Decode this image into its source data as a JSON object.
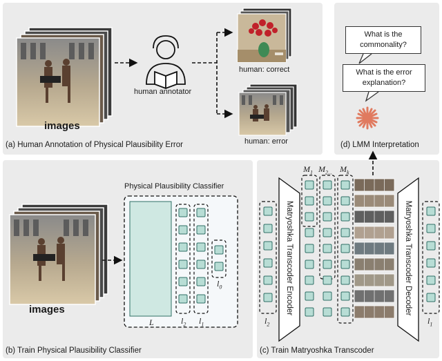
{
  "panel_a": {
    "caption": "(a) Human Annotation of Physical Plausibility Error",
    "images_label": "images",
    "annotator_label": "human annotator",
    "correct_label": "human: correct",
    "error_label": "human: error"
  },
  "panel_b": {
    "caption": "(b) Train Physical Plausibility Classifier",
    "images_label": "images",
    "classifier_title": "Physical Plausibility Classifier",
    "layer_L": "L",
    "layer_l2": "l",
    "layer_l2_sub": "2",
    "layer_l1": "l",
    "layer_l1_sub": "1",
    "layer_l0": "l",
    "layer_l0_sub": "0"
  },
  "panel_c": {
    "caption": "(c) Train Matryoshka Transcoder",
    "encoder_label": "Matryoshka Transcoder Encoder",
    "decoder_label": "Matryoshka Transcoder Decoder",
    "m1": "M",
    "m1_sub": "1",
    "m2": "M",
    "m2_sub": "2...",
    "mk": "M",
    "mk_sub": "k",
    "left_l": "l",
    "left_l_sub": "2",
    "right_l": "l",
    "right_l_sub": "1"
  },
  "panel_d": {
    "caption": "(d) LMM Interpretation",
    "question_1": "What is the commonality?",
    "question_1_line1": "What is the",
    "question_1_line2": "commonality?",
    "question_2_line1": "What is the error",
    "question_2_line2": "explanation?"
  },
  "colors": {
    "panel_bg": "#ebebeb",
    "neuron_fill": "#b8ddd5",
    "neuron_border": "#2f6f66",
    "classifier_fill": "#cfe8e2",
    "starburst": "#e07a5f"
  }
}
